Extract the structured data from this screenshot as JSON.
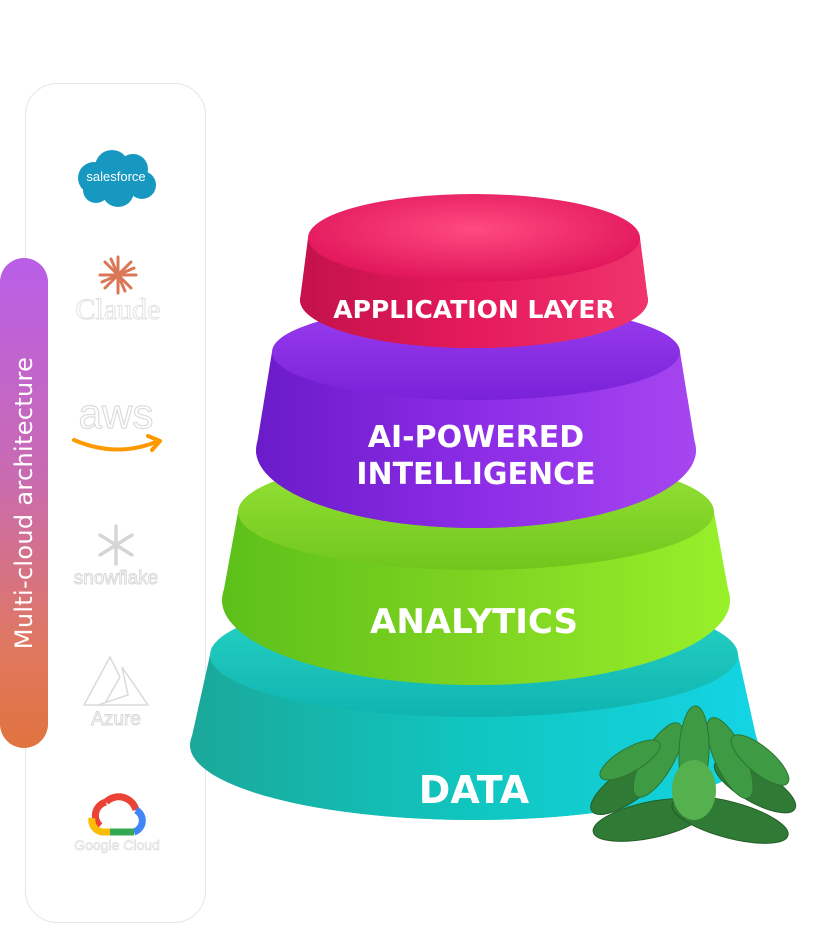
{
  "sidebar": {
    "title": "Multi-cloud architecture",
    "logos": [
      {
        "name": "salesforce",
        "text": "salesforce",
        "icon": "cloud-icon",
        "color": "#1798c1"
      },
      {
        "name": "claude",
        "text": "Claude",
        "icon": "sunburst-icon",
        "color": "#d97757"
      },
      {
        "name": "aws",
        "text": "aws",
        "icon": "smile-arrow-icon",
        "color": "#ff9900"
      },
      {
        "name": "snowflake",
        "text": "snowflake",
        "icon": "snowflake-icon",
        "color": "#cccccc"
      },
      {
        "name": "azure",
        "text": "Azure",
        "icon": "azure-icon",
        "color": "#cccccc"
      },
      {
        "name": "google-cloud",
        "text": "Google Cloud",
        "icon": "google-cloud-icon",
        "color": "#cccccc"
      }
    ]
  },
  "stack": {
    "tiers": [
      {
        "label": "APPLICATION LAYER",
        "color": "#e8195a"
      },
      {
        "label": "AI-POWERED",
        "label2": "INTELLIGENCE",
        "color": "#8a2be2"
      },
      {
        "label": "ANALYTICS",
        "color": "#7ed320"
      },
      {
        "label": "DATA",
        "color": "#12c6c6"
      }
    ],
    "decoration": {
      "icon": "succulent-plant-icon",
      "color": "#3f8a3a"
    }
  }
}
